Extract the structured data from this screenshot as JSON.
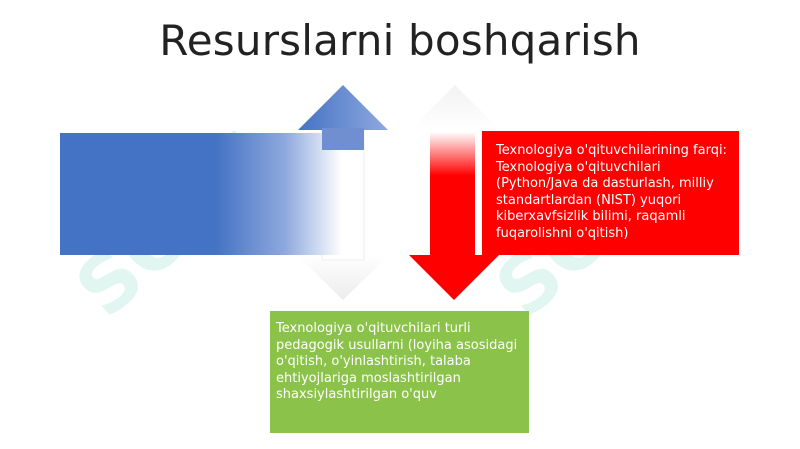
{
  "title": "Resurslarni boshqarish",
  "watermark": "SOFF",
  "colors": {
    "blue": "#4472c4",
    "red": "#ff0000",
    "green": "#8bc34a",
    "watermark": "#5dd3b0"
  },
  "boxes": {
    "red_text": "Texnologiya o'qituvchilarining farqi: Texnologiya o'qituvchilari (Python/Java da dasturlash, milliy standartlardan (NIST) yuqori kiberxavfsizlik bilimi, raqamli fuqarolishni o'qitish)",
    "green_text": "Texnologiya o'qituvchilari turli pedagogik usullarni (loyiha asosidagi o'qitish, o'yinlashtirish, talaba ehtiyojlariga moslashtirilgan shaxsiylashtirilgan o'quv"
  }
}
